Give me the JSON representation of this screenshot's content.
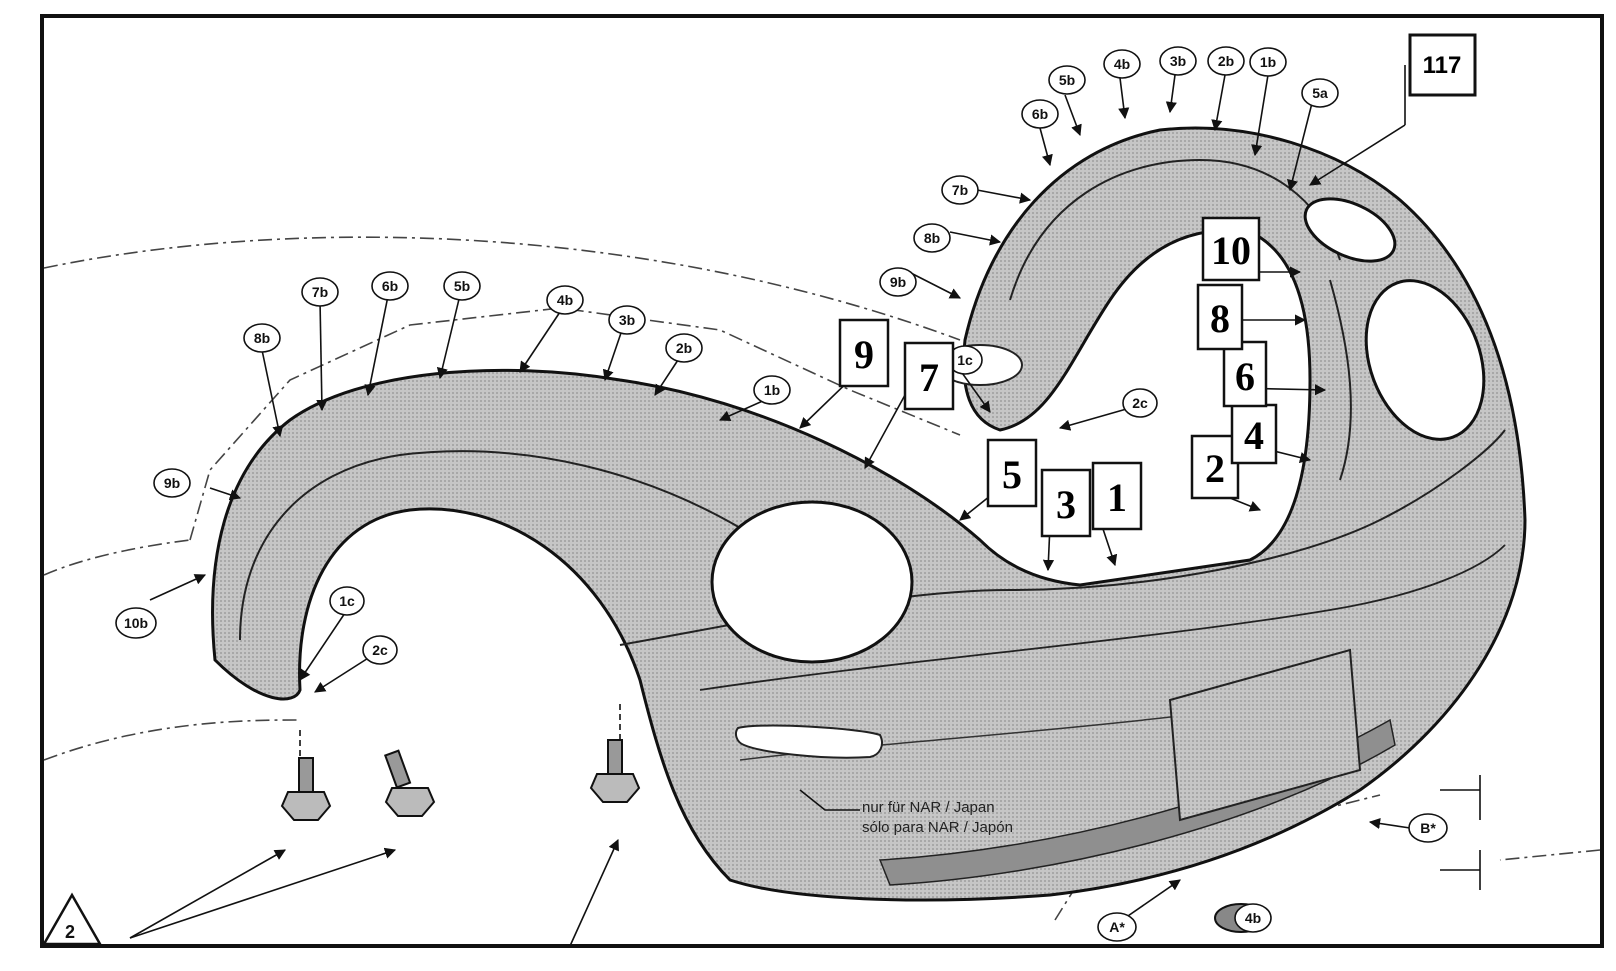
{
  "diagram": {
    "reference_number": "117",
    "note": {
      "line1": "nur für NAR / Japan",
      "line2": "sólo para NAR / Japón"
    },
    "corner_label": "2",
    "view_labels": [
      "A*",
      "B*"
    ],
    "rear_fender_callouts": [
      "10b",
      "9b",
      "8b",
      "7b",
      "6b",
      "5b",
      "4b",
      "3b",
      "2b",
      "1b",
      "1c",
      "2c"
    ],
    "front_fender_callouts": [
      "1b",
      "2b",
      "3b",
      "4b",
      "5b",
      "6b",
      "7b",
      "8b",
      "9b",
      "1c",
      "2c",
      "5a",
      "4b"
    ],
    "numbered_boxes": [
      "1",
      "2",
      "3",
      "4",
      "5",
      "6",
      "7",
      "8",
      "9",
      "10"
    ],
    "colors": {
      "line": "#111111",
      "fill": "#b9b9b9",
      "background": "#ffffff"
    }
  }
}
